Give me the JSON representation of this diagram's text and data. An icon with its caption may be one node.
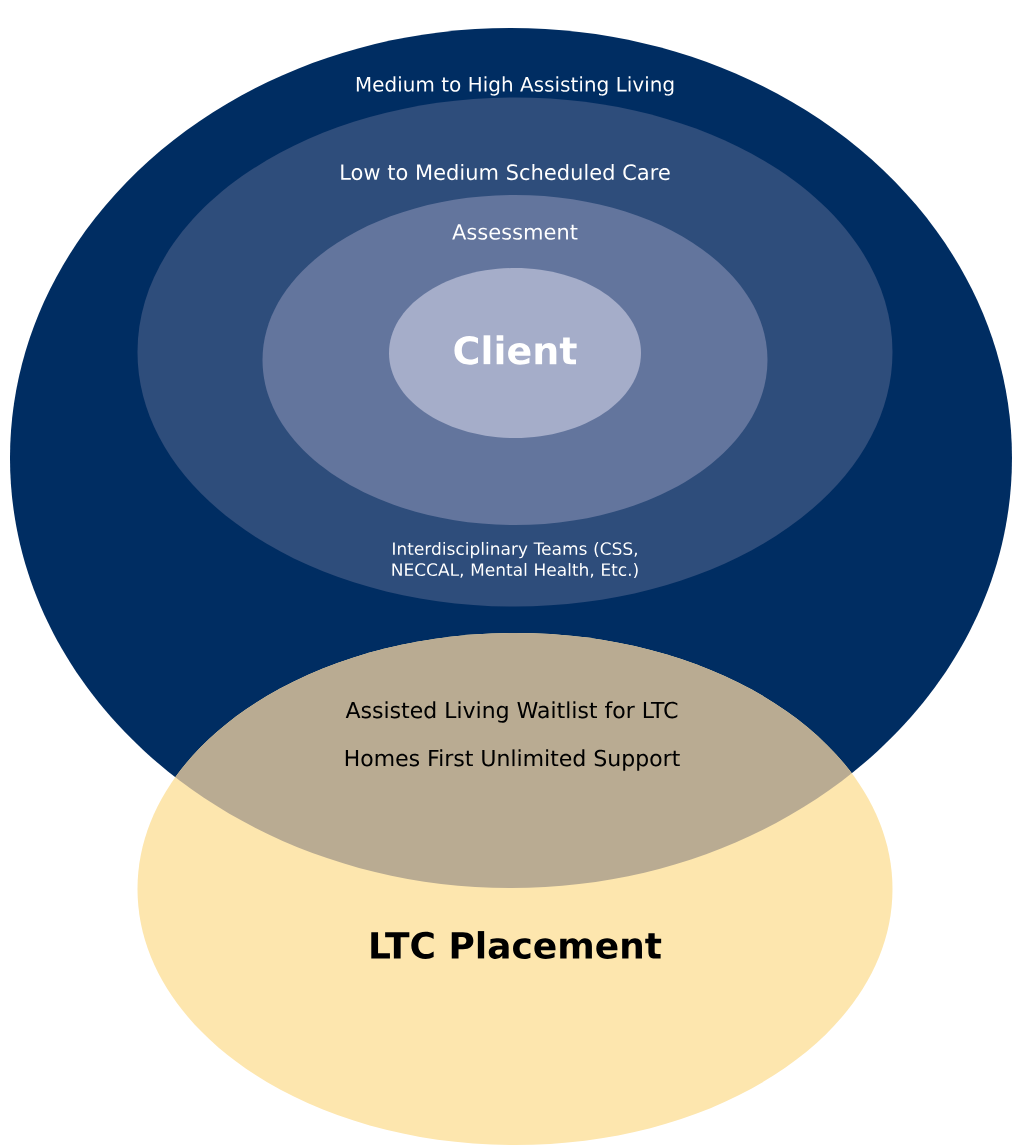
{
  "diagram": {
    "nodes": [
      {
        "text": [
          "Medium to High Assisting Living"
        ]
      },
      {
        "text": [
          "Low to Medium Scheduled Care",
          "Interdisciplinary Teams (CSS, NECCAL, Mental Health, Etc.)"
        ],
        "in": 0
      },
      {
        "text": [
          "Assessment"
        ],
        "in": 1
      },
      {
        "text": [
          "Client"
        ],
        "in": 2
      },
      {
        "text": [
          "Assisted Living Waitlist for LTC",
          "Homes First Unlimited Support"
        ]
      },
      {
        "text": [
          "LTC Placement"
        ]
      }
    ]
  }
}
